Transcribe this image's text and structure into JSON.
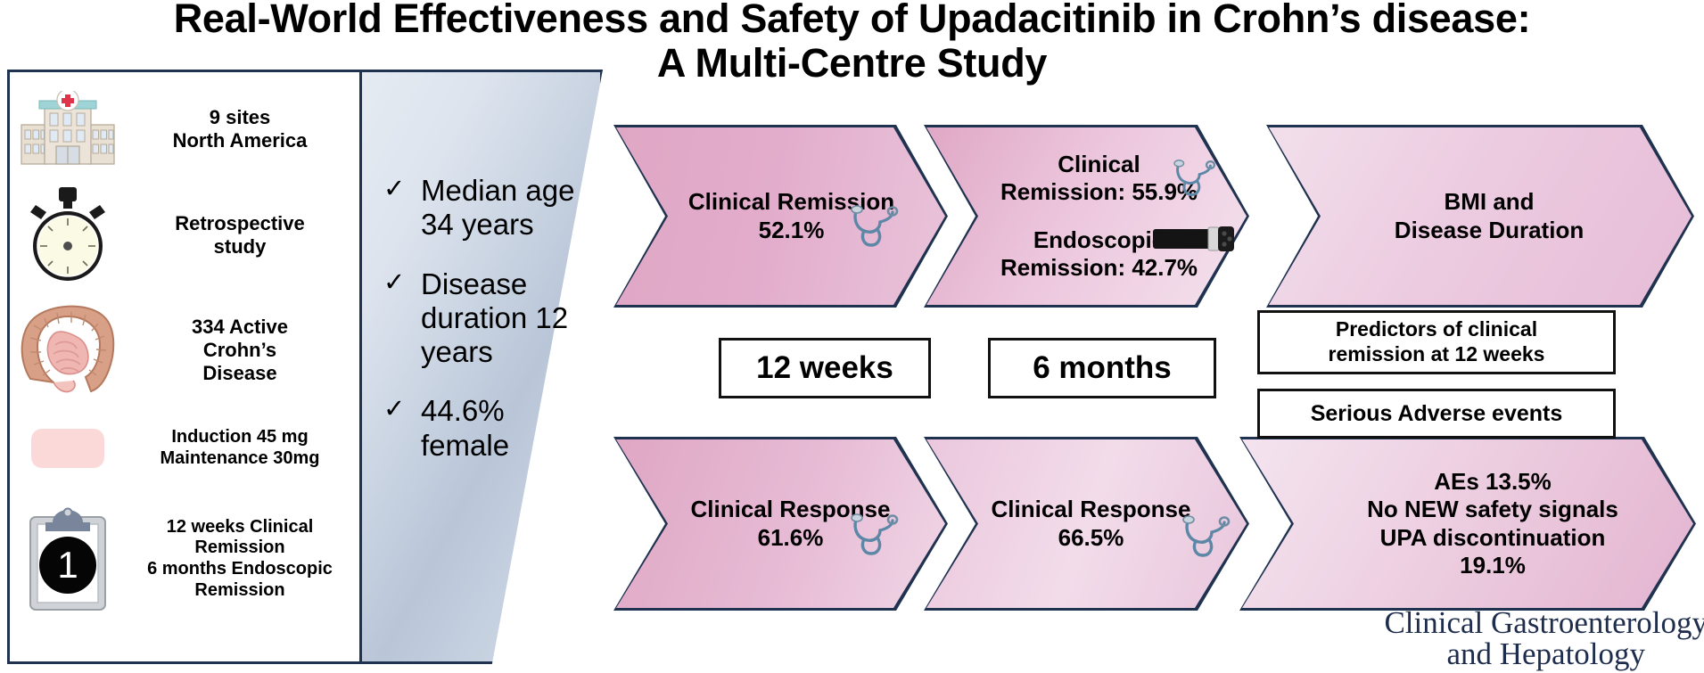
{
  "title": {
    "line1": "Real-World Effectiveness and Safety of Upadacitinib in Crohn’s disease:",
    "line2": "A Multi-Centre Study"
  },
  "study_panel": {
    "items": [
      {
        "icon": "hospital-icon",
        "label": "9 sites\nNorth America",
        "text_line1": "9 sites",
        "text_line2": "North America"
      },
      {
        "icon": "stopwatch-icon",
        "label": "Retrospective study",
        "text_line1": "Retrospective",
        "text_line2": "study"
      },
      {
        "icon": "intestine-icon",
        "label": "334 Active Crohn’s Disease",
        "text_line1": "334 Active",
        "text_line2": "Crohn’s",
        "text_line3": "Disease"
      },
      {
        "icon": "pill-icon",
        "label": "Induction 45 mg Maintenance 30mg",
        "text_line1": "Induction 45 mg",
        "text_line2": "Maintenance 30mg"
      },
      {
        "icon": "clipboard-icon",
        "badge": "1",
        "label": "12 weeks Clinical Remission 6 months Endoscopic Remission",
        "text_line1": "12 weeks Clinical",
        "text_line2": "Remission",
        "text_line3": "6 months Endoscopic",
        "text_line4": "Remission"
      }
    ]
  },
  "demographics": {
    "bullets": [
      {
        "mark": "✓",
        "text": "Median age 34 years"
      },
      {
        "mark": "✓",
        "text": "Disease duration 12 years"
      },
      {
        "mark": "✓",
        "text": "44.6% female"
      }
    ]
  },
  "timeline": {
    "week12_label": "12 weeks",
    "month6_label": "6 months"
  },
  "top_row": [
    {
      "line1": "Clinical Remission",
      "line2": "52.1%",
      "icon": "stethoscope-icon"
    },
    {
      "line1": "Clinical",
      "line2": "Remission: 55.9%",
      "line3": "Endoscopic",
      "line4": "Remission: 42.7%",
      "icon": "stethoscope-icon",
      "icon2": "endoscope-icon"
    },
    {
      "line1": "BMI and",
      "line2": "Disease Duration"
    }
  ],
  "bottom_row": [
    {
      "line1": "Clinical Response",
      "line2": "61.6%",
      "icon": "stethoscope-icon"
    },
    {
      "line1": "Clinical Response",
      "line2": "66.5%",
      "icon": "stethoscope-icon"
    },
    {
      "line1": "AEs 13.5%",
      "line2": "No NEW safety signals",
      "line3": "UPA discontinuation",
      "line4": "19.1%"
    }
  ],
  "side_boxes": [
    {
      "line1": "Predictors of clinical",
      "line2": "remission at 12 weeks"
    },
    {
      "line1": "Serious Adverse events"
    }
  ],
  "journal": {
    "line1": "Clinical Gastroenterology",
    "line2": "and Hepatology"
  },
  "colors": {
    "outline": "#1f3250",
    "pink_dark": "#dfa7c4",
    "pink_light": "#f4e4ef",
    "blue_panel": "#b9c6d8",
    "journal_navy": "#1f2d4d"
  }
}
